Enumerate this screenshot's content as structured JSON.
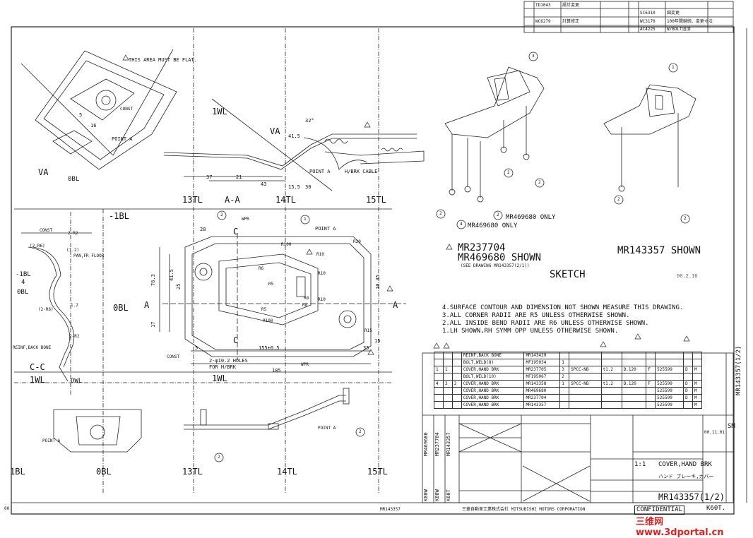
{
  "revision_table": {
    "left": [
      {
        "code": "TD1043",
        "desc": "設計変更"
      },
      {
        "code": "WC6279",
        "desc": "計算修正"
      },
      {
        "code": "",
        "desc": ""
      }
    ],
    "right": [
      {
        "code": "SC6310",
        "desc": "図変更"
      },
      {
        "code": "WC3170",
        "desc": "100年間継続、変更寸法"
      },
      {
        "code": "AC4225",
        "desc": "W/BOLT追加"
      }
    ]
  },
  "grid_top": {
    "bl": "-1BL",
    "wl": "1WL",
    "tl13": "13TL",
    "aa": "A-A",
    "tl14": "14TL",
    "tl15": "15TL"
  },
  "grid_bottom": {
    "bl": "1BL",
    "obl": "0BL",
    "tl13": "13TL",
    "tl14": "14TL",
    "tl15": "15TL"
  },
  "view_va": {
    "label": "VA",
    "note": "THIS AREA MUST BE FLAT.",
    "obl": "0BL",
    "point_a": "POINT A",
    "dim_16": "16",
    "dim_5": "5",
    "consт": "CONST"
  },
  "section_aa": {
    "wl": "1WL",
    "va": "VA",
    "d37": "37",
    "d21": "21",
    "d43": "43",
    "d155": "15.5",
    "d30": "30",
    "d32": "32°",
    "d415": "41.5",
    "pointa": "POINT A",
    "cable": "H/BRK CABLE"
  },
  "plan_view": {
    "c_top": "C",
    "c_bot": "C",
    "a_left": "A",
    "a_right": "A",
    "obl": "0BL",
    "wl": "1WL",
    "wpr1": "WPR",
    "wpr2": "WPR",
    "pointa": "POINT A",
    "holes": "2-φ10.2 HOLES",
    "for_hbrk": "FOR H/BRK",
    "d28": "28",
    "d185": "185",
    "d155": "155±0.5",
    "d5": "5",
    "d35": "35",
    "d15": "15",
    "d1035": "10.35",
    "d763": "76.3",
    "d415": "41.5",
    "d17": "17",
    "d25": "25",
    "r_labels": [
      "R100",
      "R6",
      "R10",
      "R8",
      "R5",
      "R10",
      "R20",
      "R15",
      "R8",
      "R5",
      "R10",
      "R100"
    ],
    "const": "CONST"
  },
  "section_cc": {
    "label": "C-C",
    "wl": "1WL",
    "owl": "OWL",
    "bl": "-1BL",
    "obl": "0BL",
    "d4": "4",
    "const": "CONST",
    "floor": "PAN,FR FLOOR",
    "reinf": "REINF,BACK BONE",
    "r2": "2-R2",
    "r2b": "(2-R6)",
    "d12": "(1.2)",
    "d12b": "1.2",
    "r2c": "2-R2",
    "r2d": "(2-R6)"
  },
  "sketch": {
    "bubble3": "3",
    "bubble1": "1",
    "bubble2": "2",
    "bubble4": "4",
    "only1": "MR469680 ONLY",
    "only2": "MR469680 ONLY",
    "shown1": "MR237704",
    "shown2": "MR469680 SHOWN",
    "see": "(SEE DRAWING MR143357(2/1))",
    "shown3": "MR143357 SHOWN",
    "title": "SKETCH",
    "stamp": "00.2.16"
  },
  "notes": [
    "4.SURFACE CONTOUR AND DIMENSION NOT SHOWN MEASURE THIS DRAWING.",
    "3.ALL CORNER RADII ARE R5 UNLESS OTHERWISE SHOWN.",
    "2.ALL INSIDE BEND RADII ARE R6 UNLESS OTHERWISE SHOWN.",
    "1.LH SHOWN,RH SYMM OPP UNLESS OTHERWISE SHOWN."
  ],
  "parts_list": [
    [
      "",
      "",
      "",
      "REINF,BACK BONE",
      "MR143429",
      "",
      "",
      "",
      "",
      "",
      "",
      "",
      ""
    ],
    [
      "",
      "",
      "",
      "BOLT,WELD(8)",
      "MF195034",
      "1",
      "",
      "",
      "",
      "",
      "",
      "",
      ""
    ],
    [
      "1",
      "1",
      "",
      "COVER,HAND BRK",
      "MR237705",
      "3",
      "SPCC-NB",
      "t1.2",
      "D.120",
      "F",
      "525599",
      "D",
      "M"
    ],
    [
      "",
      "",
      "",
      "BOLT,WELD(10)",
      "MF195067",
      "2",
      "",
      "",
      "",
      "",
      "",
      "",
      ""
    ],
    [
      "4",
      "3",
      "2",
      "COVER,HAND BRK",
      "MR143358",
      "1",
      "SPCC-NB",
      "t1.2",
      "D.120",
      "F",
      "525599",
      "D",
      "M"
    ],
    [
      "",
      "",
      "",
      "COVER,HAND BRK",
      "MR469680",
      "",
      "",
      "",
      "",
      "",
      "525599",
      "D",
      "M"
    ],
    [
      "",
      "",
      "",
      "COVER,HAND BRK",
      "MR237704",
      "",
      "",
      "",
      "",
      "",
      "525599",
      "D",
      "M"
    ],
    [
      "",
      "",
      "",
      "COVER,HAND BRK",
      "MR143357",
      "",
      "",
      "",
      "",
      "",
      "525599",
      "",
      "M"
    ]
  ],
  "title_block": {
    "part_name": "COVER,HAND BRK",
    "part_name_jp": "ハンド ブレーキ,カバー",
    "scale": "1:1",
    "part_no": "MR143357(1/2)",
    "confidential": "CONFIDENTIAL",
    "model": "K60T.",
    "company": "三菱自動車工業株式会社 MITSUBISHI MOTORS CORPORATION",
    "sheet_ref": "MR143357",
    "side_models": [
      "MR469680",
      "MR237704",
      "MR143357"
    ],
    "side_codes": [
      "K80W",
      "K80W",
      "K60T"
    ],
    "right_part_no": "MR143357(1/2)",
    "date": "00.11.01",
    "sm": "SM"
  },
  "watermark": "三维网 www.3dportal.cn",
  "corner": "00"
}
